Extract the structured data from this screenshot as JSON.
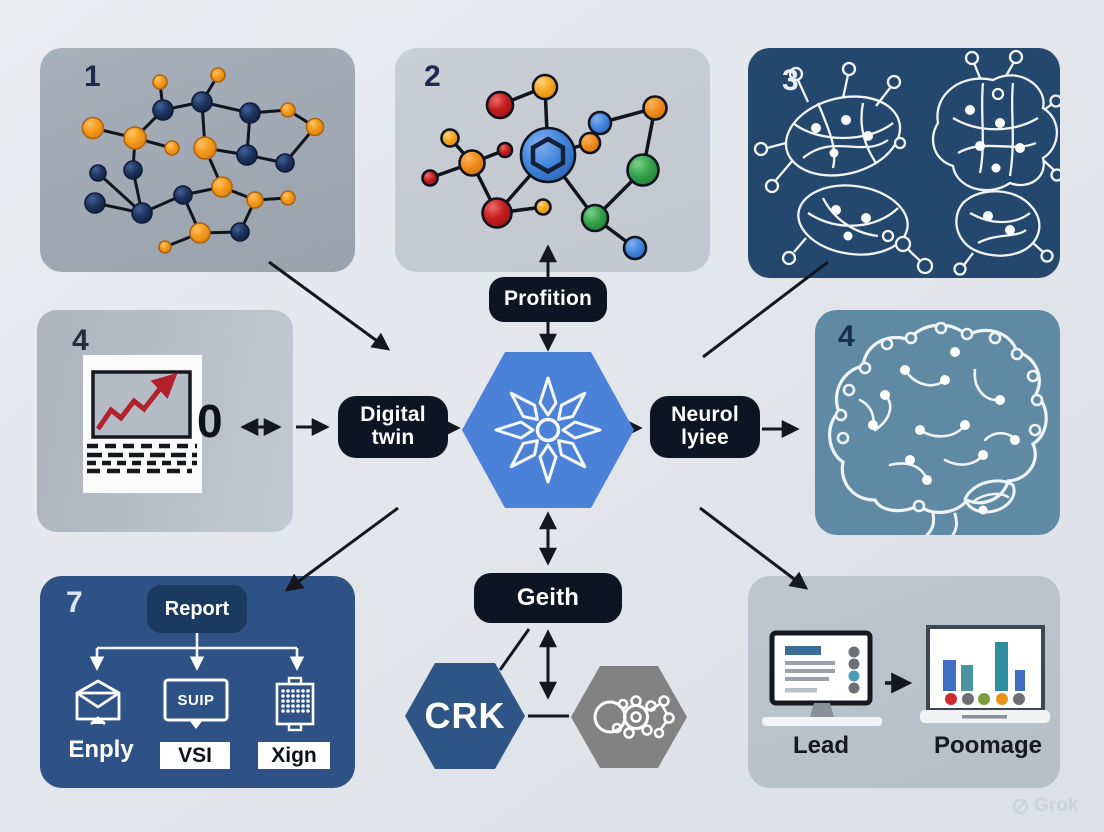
{
  "panels": {
    "molecule_network": {
      "number": "1"
    },
    "molecule_color": {
      "number": "2"
    },
    "network_clusters": {
      "number": "3"
    },
    "chart_document": {
      "number": "4",
      "zero_label": "0"
    },
    "brain": {
      "number": "4"
    },
    "report_tree": {
      "number": "7",
      "title": "Report",
      "screen_text": "SUIP",
      "labels": [
        "Enply",
        "VSI",
        "Xign"
      ]
    },
    "output": {
      "left_label": "Lead",
      "right_label": "Poomage"
    }
  },
  "flow": {
    "top_label": "Profition",
    "left_label": "Digital twin",
    "right_label": "Neurol lyiee",
    "bottom_label": "Geith",
    "crk_label": "CRK"
  },
  "watermark": {
    "label": "Grok"
  },
  "colors": {
    "accent_blue": "#4b82d8",
    "pill_black": "#0d1424",
    "navy_panel": "#24476d",
    "report_navy": "#1b3a5f",
    "crk_navy": "#2e5586",
    "hex_gray": "#828282",
    "panel7_blue": "#2f5286",
    "brain_teal": "#6089a4",
    "arrow_black": "#14171d",
    "orange_node": "#f39c1f",
    "navy_node": "#1e3560",
    "red_node": "#cf1f1f",
    "green_node": "#35a24b",
    "blue_node": "#4488dd",
    "chart_red": "#b3222c"
  }
}
